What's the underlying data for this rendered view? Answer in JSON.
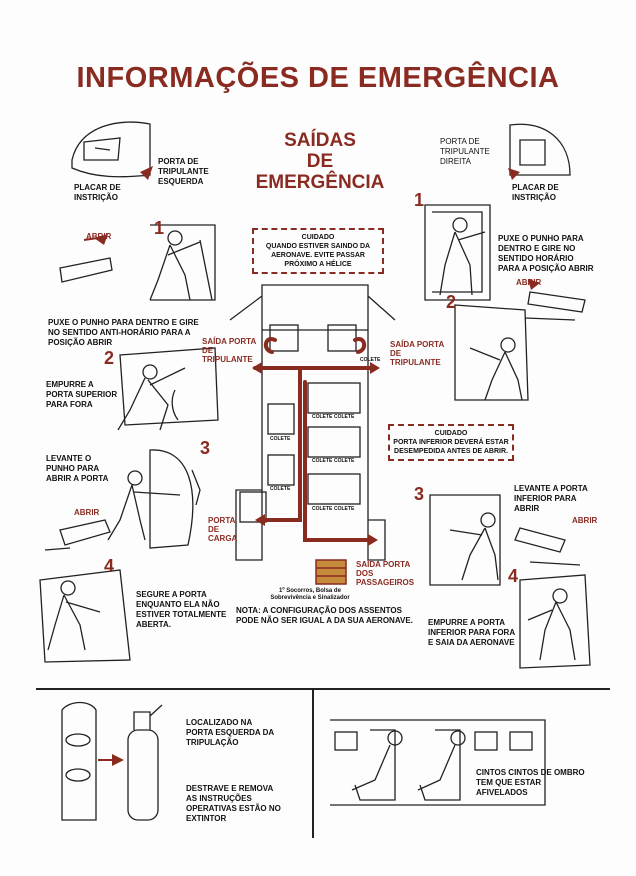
{
  "title": "INFORMAÇÕES DE EMERGÊNCIA",
  "subtitle": [
    "SAÍDAS",
    "DE",
    "EMERGÊNCIA"
  ],
  "caution_top": {
    "heading": "CUIDADO",
    "body": "QUANDO ESTIVER SAINDO DA AERONAVE. EVITE PASSAR PRÓXIMO A HÉLICE"
  },
  "caution_right": {
    "heading": "CUIDADO",
    "body": "PORTA INFERIOR DEVERÁ ESTAR DESEMPEDIDA ANTES DE ABRIR."
  },
  "left": {
    "door_label": "PORTA DE TRIPULANTE ESQUERDA",
    "placard": "PLACAR DE INSTRIÇÃO",
    "abrir_1": "ABRIR",
    "step1": "PUXE O PUNHO PARA DENTRO E GIRE NO SENTIDO ANTI-HORÁRIO PARA A POSIÇÃO ABRIR",
    "step2": "EMPURRE A PORTA SUPERIOR PARA FORA",
    "step3": "LEVANTE O PUNHO PARA ABRIR A PORTA",
    "abrir_2": "ABRIR",
    "step4": "SEGURE A PORTA ENQUANTO ELA NÃO ESTIVER TOTALMENTE ABERTA."
  },
  "right": {
    "door_label": "PORTA DE TRIPULANTE DIREITA",
    "placard": "PLACAR DE INSTRIÇÃO",
    "step1": "PUXE O PUNHO PARA DENTRO E GIRE NO SENTIDO HORÁRIO PARA A POSIÇÃO ABRIR",
    "abrir_1": "ABRIR",
    "step3": "LEVANTE A PORTA INFERIOR PARA ABRIR",
    "abrir_2": "ABRIR",
    "step4": "EMPURRE A PORTA INFERIOR PARA FORA E SAIA DA AERONAVE"
  },
  "numbers": [
    "1",
    "2",
    "3",
    "4"
  ],
  "diagram": {
    "exit_left": "SAÍDA PORTA DE TRIPULANTE",
    "exit_right": "SAÍDA PORTA DE TRIPULANTE",
    "cargo": "PORTA DE CARGA",
    "passenger": "SAÍDA PORTA DOS PASSAGEIROS",
    "colete": "COLETE",
    "kit": "1º Socorros, Bolsa de Sobrevivência e Sinalizador",
    "note": "NOTA: A CONFIGURAÇÃO DOS ASSENTOS PODE NÃO SER IGUAL A DA SUA AERONAVE."
  },
  "bottom": {
    "extinguisher_loc": "LOCALIZADO NA PORTA ESQUERDA DA TRIPULAÇÃO",
    "extinguisher_instr": "DESTRAVE E REMOVA AS INSTRUÇÕES OPERATIVAS ESTÃO NO EXTINTOR",
    "belts": "CINTOS CINTOS DE OMBRO TEM QUE ESTAR AFIVELADOS"
  },
  "colors": {
    "accent": "#8a2b22",
    "ink": "#111111",
    "paper": "#fdfdfd"
  }
}
